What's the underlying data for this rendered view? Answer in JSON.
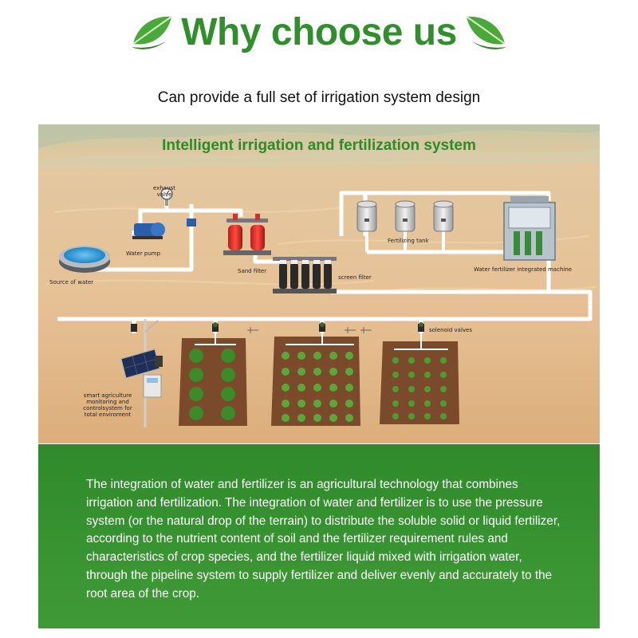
{
  "header": {
    "title": "Why choose us",
    "subtitle": "Can provide a full set of irrigation system design"
  },
  "diagram": {
    "title": "Intelligent irrigation and fertilization system",
    "labels": {
      "exhaust_valve": "exhaust valve",
      "water_pump": "Water pump",
      "source_of_water": "Source of water",
      "sand_filter": "Sand filter",
      "screen_filter": "screen filter",
      "fertilizing_tank": "Fertilizing tank",
      "fertilizer_machine": "Water fertilizer integrated machine",
      "solenoid_valves": "solenoid valves",
      "monitoring": "smart agriculture monitoring and controlsystem for total enviroment"
    },
    "colors": {
      "sand": "#e3bf92",
      "pipe": "#ffffff",
      "field": "#7a4a2a",
      "plant": "#3d8a2a"
    }
  },
  "info": {
    "text": "The integration of water and fertilizer is an agricultural technology that combines irrigation and fertilization. The integration of water and fertilizer is to use the pressure system (or the natural drop of the terrain) to distribute the soluble solid or liquid fertilizer, according to the nutrient content of soil and the fertilizer requirement rules and characteristics of crop species, and the fertilizer liquid mixed with irrigation water, through the pipeline system to supply fertilizer and deliver evenly and accurately to the root area of the crop.",
    "background": "#348f2e"
  }
}
